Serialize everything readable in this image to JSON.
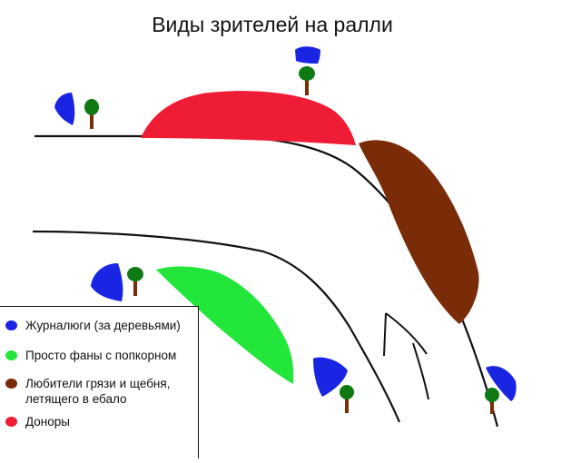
{
  "title": "Виды зрителей на ралли",
  "colors": {
    "blue": "#1a25e3",
    "green": "#22e63a",
    "brown": "#7a2b08",
    "red": "#ee1c35",
    "tree_trunk": "#7a2b08",
    "tree_crown": "#0f7a14",
    "road": "#111111"
  },
  "legend": [
    {
      "color": "#1a25e3",
      "label": "Журналюги (за деревьями)"
    },
    {
      "color": "#22e63a",
      "label": "Просто фаны с попкорном"
    },
    {
      "color": "#7a2b08",
      "label": "Любители грязи и щебня,\nлетящего в ебало"
    },
    {
      "color": "#ee1c35",
      "label": "Доноры"
    }
  ]
}
